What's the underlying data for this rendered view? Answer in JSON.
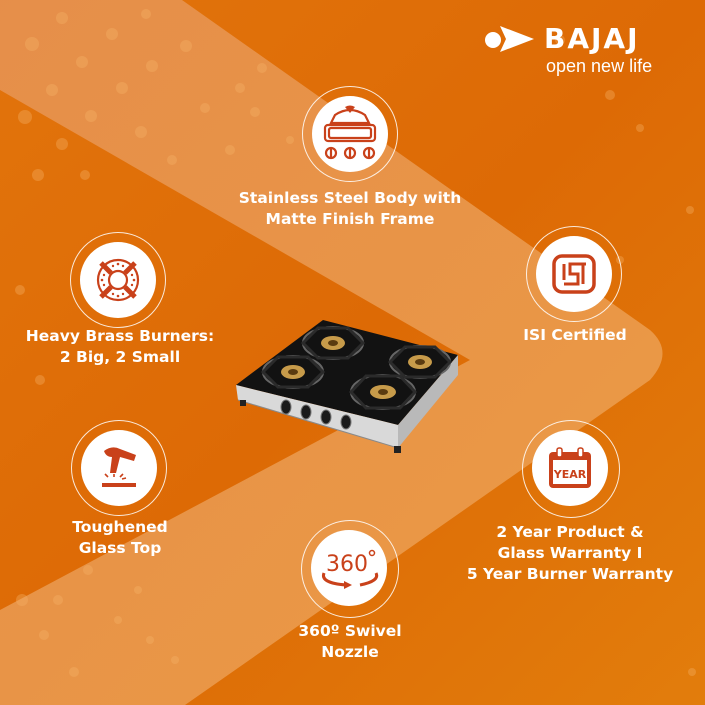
{
  "brand": {
    "name": "BAJAJ",
    "tagline": "open new life"
  },
  "colors": {
    "background_dark": "#dd6a05",
    "background_mid": "#e27d0c",
    "band_light": "#eb9a4a",
    "icon_red": "#c9411a",
    "text": "#ffffff"
  },
  "product": {
    "image": "4-burner-glass-top-gas-stove",
    "icon": "gas-stove-image"
  },
  "features": [
    {
      "id": "stainless-steel",
      "icon": "stove-body-icon",
      "lines": [
        "Stainless Steel Body with",
        "Matte Finish Frame"
      ]
    },
    {
      "id": "brass-burners",
      "icon": "burner-icon",
      "lines": [
        "Heavy Brass Burners:",
        "2 Big, 2 Small"
      ]
    },
    {
      "id": "isi",
      "icon": "isi-mark-icon",
      "lines": [
        "ISI Certified"
      ]
    },
    {
      "id": "toughened-glass",
      "icon": "hammer-icon",
      "lines": [
        "Toughened",
        "Glass Top"
      ]
    },
    {
      "id": "warranty",
      "icon": "calendar-year-icon",
      "icon_text": "YEAR",
      "lines": [
        "2 Year Product &",
        "Glass Warranty I",
        "5 Year Burner Warranty"
      ]
    },
    {
      "id": "swivel",
      "icon": "rotate-360-icon",
      "icon_text": "360",
      "lines": [
        "360º Swivel",
        "Nozzle"
      ]
    }
  ]
}
